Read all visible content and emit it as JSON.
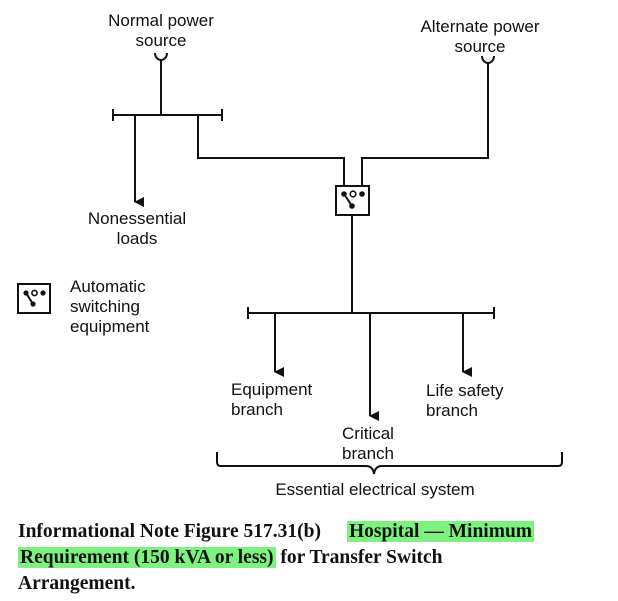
{
  "labels": {
    "normal_source": [
      "Normal power",
      "source"
    ],
    "alternate_source": [
      "Alternate power",
      "source"
    ],
    "nonessential_loads": [
      "Nonessential",
      "loads"
    ],
    "legend_switch": [
      "Automatic",
      "switching",
      "equipment"
    ],
    "equipment_branch": [
      "Equipment",
      "branch"
    ],
    "critical_branch": [
      "Critical",
      "branch"
    ],
    "life_safety_branch": [
      "Life safety",
      "branch"
    ],
    "essential_system": "Essential electrical system"
  },
  "caption": {
    "figure_label": "Informational Note Figure 517.31(b)",
    "highlighted_title_1": "Hospital — Minimum",
    "highlighted_title_2": "Requirement (150 kVA or less)",
    "title_rest_1": "for Transfer Switch",
    "title_rest_2": "Arrangement."
  },
  "colors": {
    "line": "#111111",
    "highlight": "#7ef27e"
  }
}
